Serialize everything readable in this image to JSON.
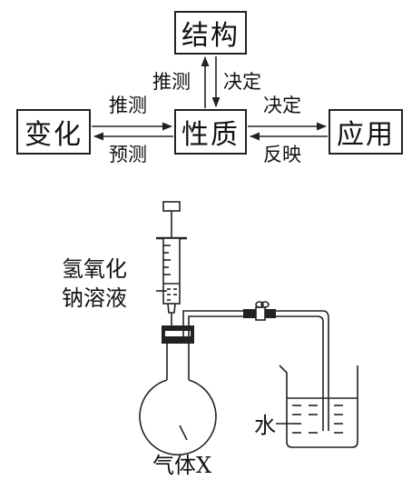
{
  "concept_map": {
    "top": "结构",
    "center": "性质",
    "left": "变化",
    "right": "应用",
    "edges": {
      "center_to_top": "推测",
      "top_to_center": "决定",
      "left_to_center": "推测",
      "center_to_left": "预测",
      "center_to_right": "决定",
      "right_to_center": "反映"
    }
  },
  "apparatus": {
    "syringe_label_line1": "氢氧化",
    "syringe_label_line2": "钠溶液",
    "flask_label": "气体X",
    "beaker_label": "水"
  }
}
